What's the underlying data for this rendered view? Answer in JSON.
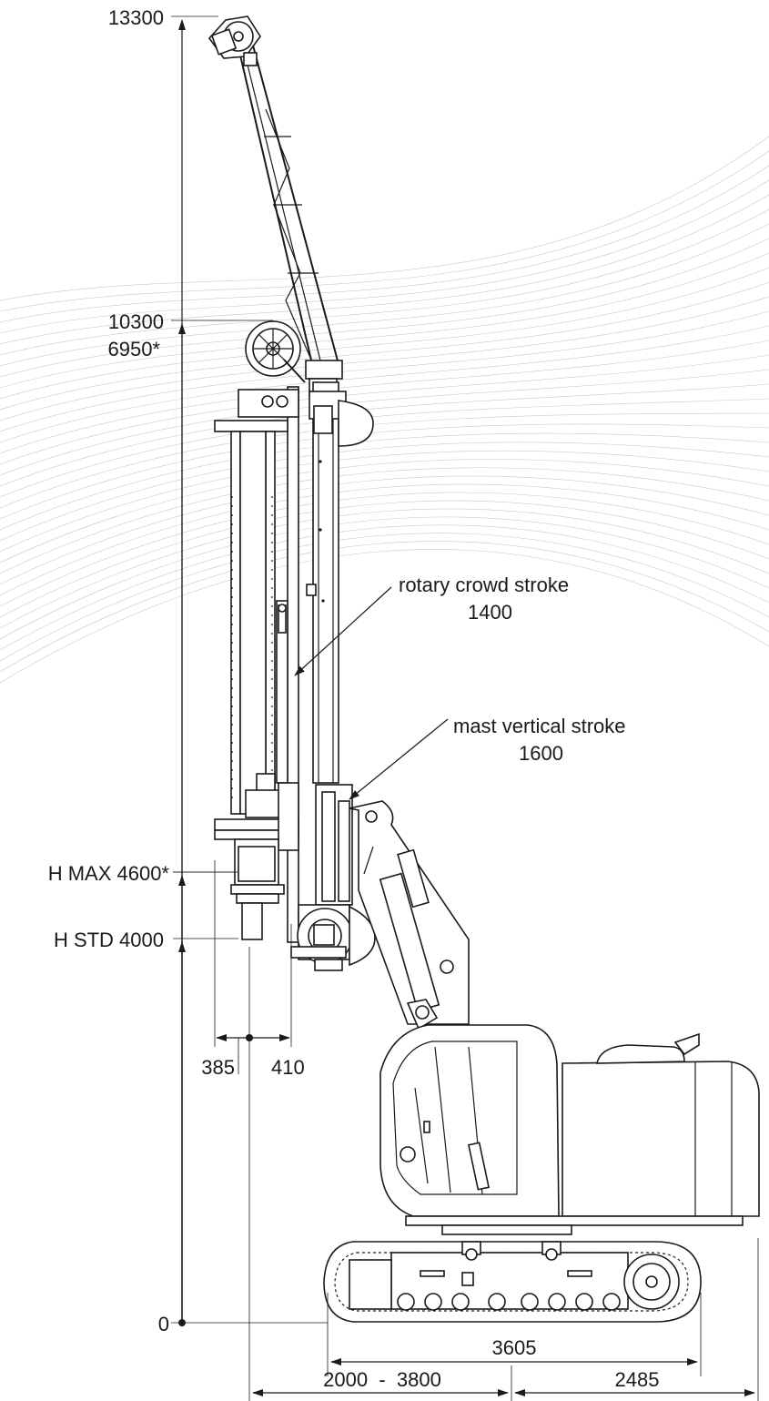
{
  "heights": {
    "total": "13300",
    "mast_top": "10300",
    "mast_top_alt": "6950*",
    "h_max": "H MAX 4600*",
    "h_std": "H STD 4000",
    "ground": "0"
  },
  "offsets": {
    "left": "385",
    "right": "410"
  },
  "annotations": {
    "rotary_title": "rotary crowd stroke",
    "rotary_value": "1400",
    "mast_title": "mast vertical stroke",
    "mast_value": "1600"
  },
  "base_dims": {
    "track_length": "3605",
    "reach": "2000  -  3800",
    "tail": "2485"
  },
  "colors": {
    "line": "#1a1a1a",
    "background_curves": "#c8c8c8"
  }
}
